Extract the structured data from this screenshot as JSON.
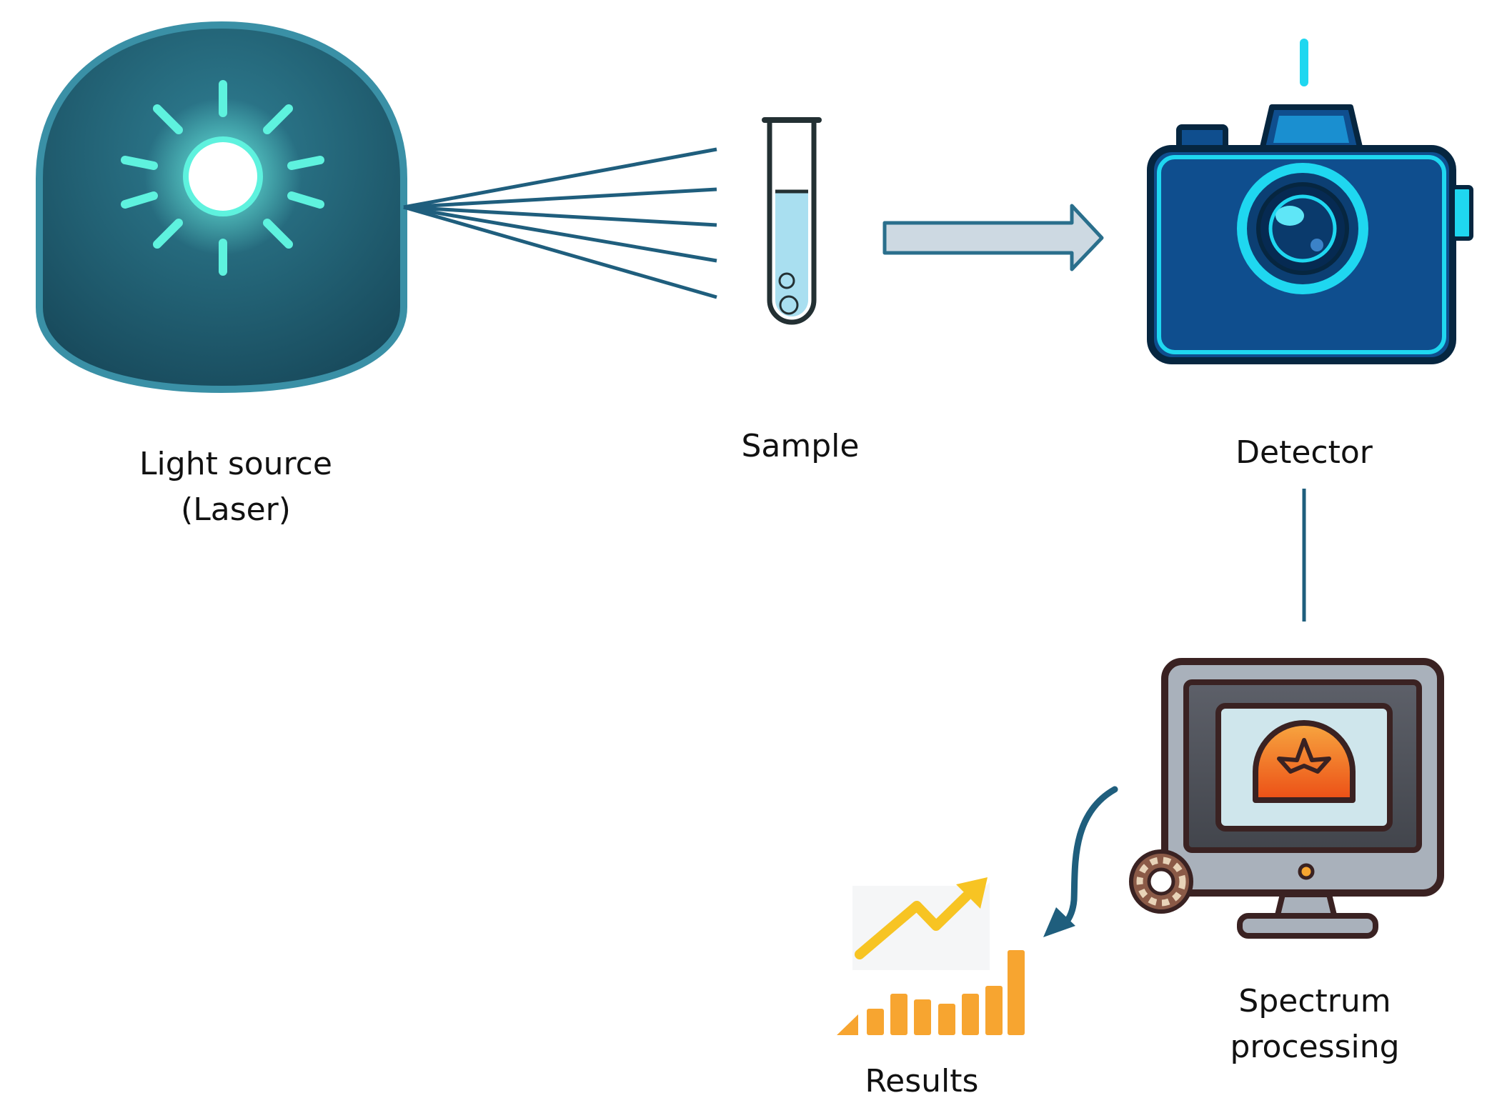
{
  "nodes": {
    "light_source": {
      "line1": "Light source",
      "line2": "(Laser)"
    },
    "sample": {
      "label": "Sample"
    },
    "detector": {
      "label": "Detector"
    },
    "spectrum_processing": {
      "line1": "Spectrum",
      "line2": "processing"
    },
    "results": {
      "label": "Results"
    }
  },
  "colors": {
    "laser_body": "#1f5e73",
    "laser_glow": "#5ef2de",
    "beam": "#1f5e7d",
    "arrow_fill": "#cdd9e2",
    "arrow_stroke": "#2a6f8c",
    "camera_body": "#0f4e8e",
    "camera_accent": "#1fd7f0",
    "monitor_frame": "#3a2222",
    "monitor_screen": "#cfe6ec",
    "gauge": "#f0621f",
    "results_bars": "#f7a530",
    "results_line": "#f7c423"
  },
  "icons": [
    "laser-sun-icon",
    "test-tube-icon",
    "camera-icon",
    "monitor-icon",
    "gear-icon",
    "chart-icon"
  ]
}
